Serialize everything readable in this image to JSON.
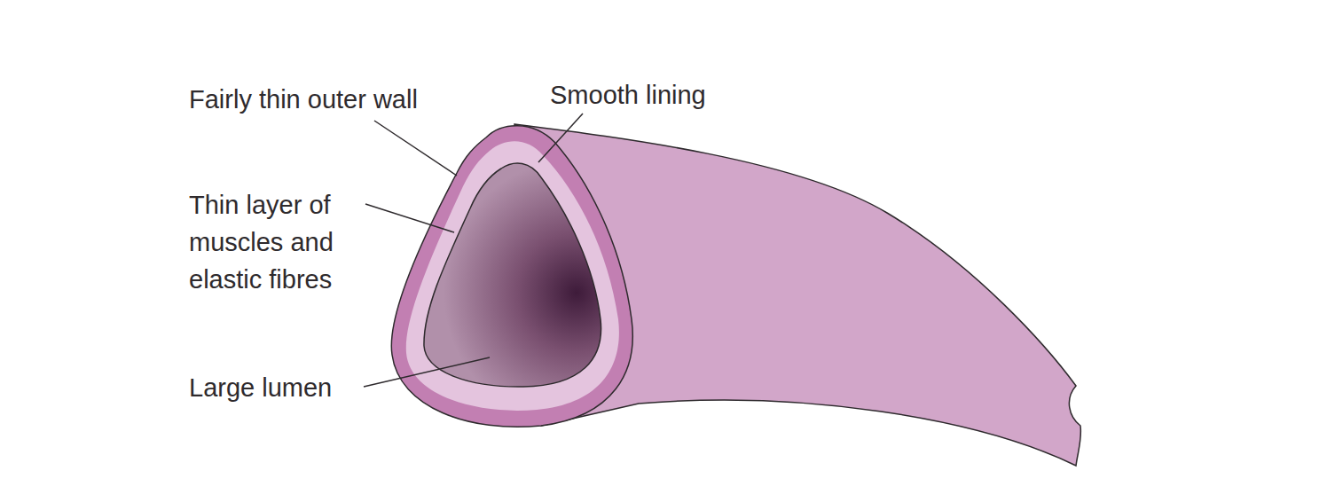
{
  "diagram": {
    "labels": [
      "Fairly thin outer wall",
      "Smooth lining",
      "Thin layer of muscles and elastic fibres",
      "Large lumen"
    ]
  }
}
